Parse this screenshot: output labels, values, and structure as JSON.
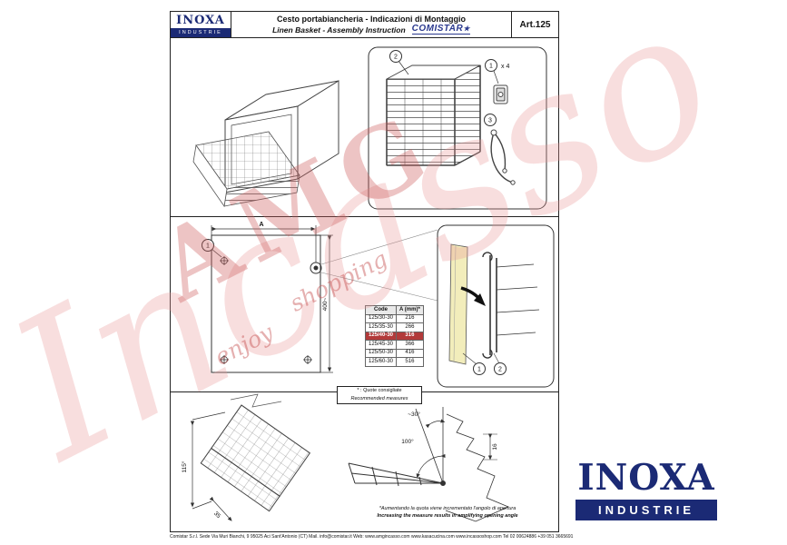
{
  "header": {
    "logo_top": "INOXA",
    "logo_bottom": "INDUSTRIE",
    "title_it": "Cesto portabiancheria - Indicazioni di Montaggio",
    "title_en": "Linen Basket - Assembly Instruction",
    "brand": "COMISTAR",
    "star": "★",
    "art_no": "Art.125"
  },
  "top_panel": {
    "callout_basket": "2",
    "callout_bracket": "1",
    "bracket_qty": "x 4",
    "callout_hinge": "3"
  },
  "middle_panel": {
    "callout_screw": "1",
    "dim_a_label": "A",
    "dim_height": "400~",
    "table": {
      "col_code": "Code",
      "col_a": "A (mm)*",
      "rows": [
        {
          "code": "125/30-30",
          "a": "216"
        },
        {
          "code": "125/35-30",
          "a": "266"
        },
        {
          "code": "125/40-30",
          "a": "316"
        },
        {
          "code": "125/45-30",
          "a": "366"
        },
        {
          "code": "125/50-30",
          "a": "416"
        },
        {
          "code": "125/60-30",
          "a": "516"
        }
      ]
    },
    "detail_callout_1": "1",
    "detail_callout_2": "2"
  },
  "note_box": {
    "line_it": "* : Quote consigliate",
    "line_en": "Recommended measures"
  },
  "bottom_panel": {
    "dim_angle_left": "115°",
    "dim_35": "35",
    "dim_angle_30": "~30°",
    "dim_angle_100": "100°",
    "dim_16": "16",
    "note_it": "*Aumentando la quota viene incrementato l'angolo di apertura",
    "note_en": "Increasing the measure results in amplifying opening angle"
  },
  "watermark": {
    "brand": "AMG",
    "name": "Incasso",
    "tagline_1": "enjoy",
    "tagline_2": "shopping"
  },
  "footer": {
    "company_line": "Comistar S.r.l. Sede Via Muri Bianchi, 9 95025 Aci Sant'Antonio (CT) Mail. info@comistar.it Web: www.amgincasso.com www.kasacucina.com www.incassoshop.com Tel 02 00624886 +39 051 3665691"
  },
  "brand_logo": {
    "top": "INOXA",
    "bottom": "INDUSTRIE"
  },
  "colors": {
    "navy": "#1b2a75",
    "comistar_blue": "#2b3a8f",
    "highlight_red": "#b23a3a",
    "watermark_pink": "#e99898",
    "panel_yellow": "#f2edbb"
  }
}
